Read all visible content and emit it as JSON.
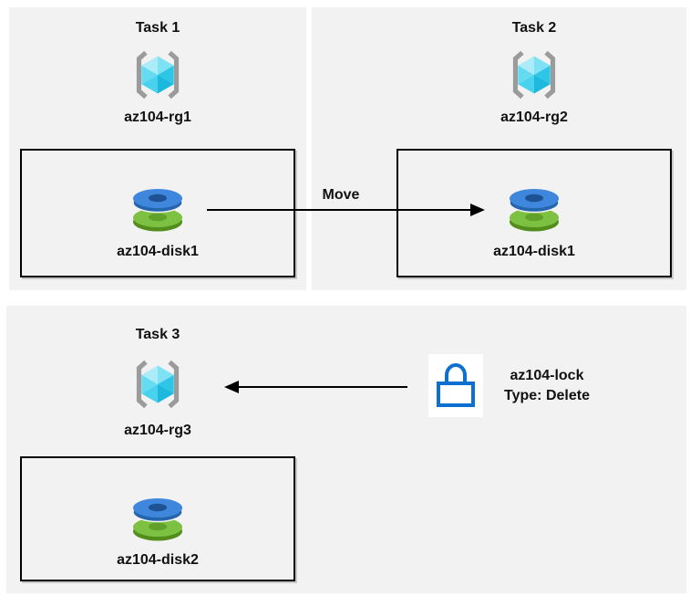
{
  "colors": {
    "canvas_bg": "#ffffff",
    "panel_bg": "#f2f2f2",
    "box_border": "#000000",
    "box_shadow": "#c8c8c8",
    "arrow": "#000000",
    "text": "#111111",
    "bracket_gray": "#9b9b9b",
    "cube_faces": [
      "#abecf8",
      "#7fe2f4",
      "#2ec6e7",
      "#1cb8dd",
      "#49d2ee",
      "#65dbf1"
    ],
    "disk_blue_top": "#3f86dd",
    "disk_blue_side": "#2465ae",
    "disk_blue_hole": "#1d5295",
    "disk_green_top": "#7dc142",
    "disk_green_side": "#538e1d",
    "disk_green_hole": "#61a02a",
    "lock_blue": "#0d6fd0",
    "lock_tile_bg": "#ffffff"
  },
  "tasks": [
    {
      "title": "Task 1",
      "resource_group": "az104-rg1",
      "disk": "az104-disk1"
    },
    {
      "title": "Task 2",
      "resource_group": "az104-rg2",
      "disk": "az104-disk1"
    },
    {
      "title": "Task 3",
      "resource_group": "az104-rg3",
      "disk": "az104-disk2"
    }
  ],
  "move_arrow": {
    "label": "Move"
  },
  "lock": {
    "name": "az104-lock",
    "type": "Type: Delete"
  },
  "icons": {
    "resource_group": "resource-group-icon",
    "disk": "disk-icon",
    "lock": "lock-icon",
    "move": "arrow-right-icon",
    "lock_assign": "arrow-left-icon"
  }
}
